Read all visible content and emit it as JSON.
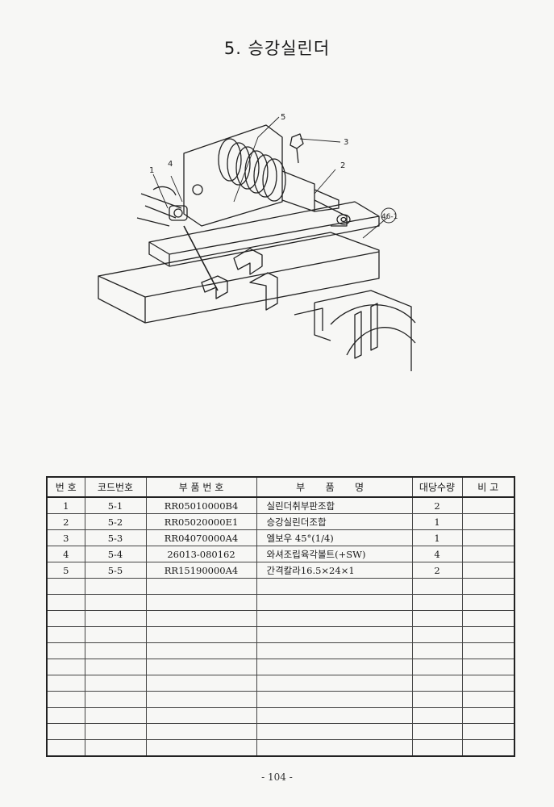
{
  "page": {
    "title": "5. 승강실린더",
    "page_number": "- 104 -"
  },
  "diagram": {
    "callouts": [
      "5",
      "3",
      "4",
      "1",
      "2",
      "46-1"
    ]
  },
  "table": {
    "headers": [
      "번 호",
      "코드번호",
      "부 품 번 호",
      "부 품 명",
      "대당수량",
      "비 고"
    ],
    "rows": [
      {
        "no": "1",
        "code": "5-1",
        "part_no": "RR05010000B4",
        "name": "실린더취부판조합",
        "qty": "2",
        "note": ""
      },
      {
        "no": "2",
        "code": "5-2",
        "part_no": "RR05020000E1",
        "name": "승강실린더조합",
        "qty": "1",
        "note": ""
      },
      {
        "no": "3",
        "code": "5-3",
        "part_no": "RR04070000A4",
        "name": "엘보우 45°(1/4)",
        "qty": "1",
        "note": ""
      },
      {
        "no": "4",
        "code": "5-4",
        "part_no": "26013-080162",
        "name": "와셔조립육각볼트(+SW)",
        "qty": "4",
        "note": ""
      },
      {
        "no": "5",
        "code": "5-5",
        "part_no": "RR15190000A4",
        "name": "간격칼라16.5×24×1",
        "qty": "2",
        "note": ""
      }
    ]
  }
}
